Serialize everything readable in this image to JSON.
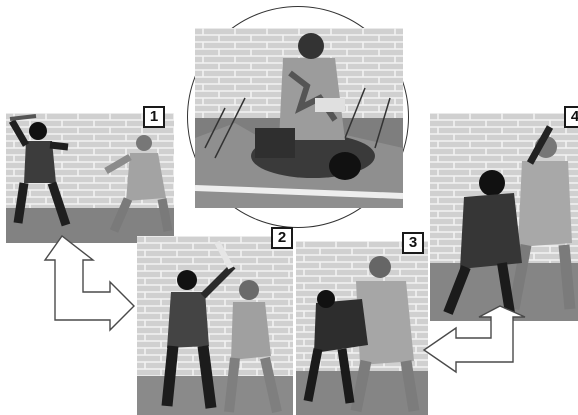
{
  "steps": [
    {
      "number": "1",
      "label_color": "#111111"
    },
    {
      "number": "2",
      "label_color": "#111111"
    },
    {
      "number": "3",
      "label_color": "#111111"
    },
    {
      "number": "4",
      "label_color": "#111111"
    }
  ],
  "palette": {
    "brick": "#cfcfcf",
    "mortar": "#eeeeee",
    "ground": "#7d7d7d",
    "camo_light": "#a9a9a9",
    "camo_dark": "#3c3c3c",
    "mask": "#111111"
  }
}
